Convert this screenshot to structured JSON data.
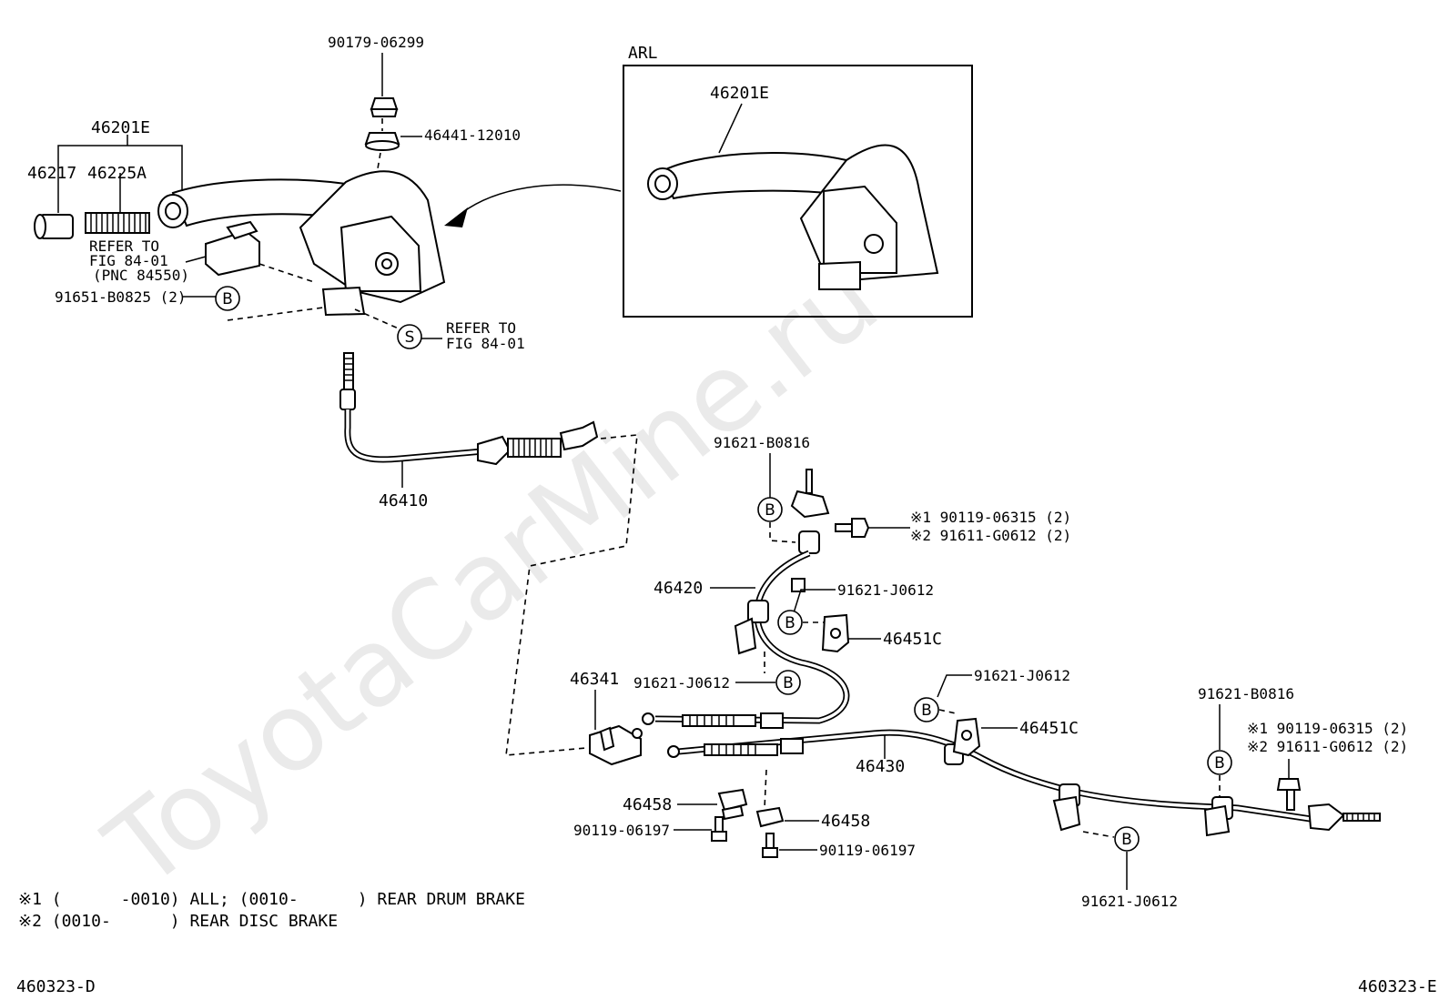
{
  "watermark": "ToyotaCarMine.ru",
  "colors": {
    "line": "#000000",
    "background": "#ffffff",
    "watermark": "#d9d9d9"
  },
  "inset": {
    "label": "ARL",
    "part_number": "46201E"
  },
  "labels": {
    "p90179": "90179-06299",
    "p46441": "46441-12010",
    "p46201e": "46201E",
    "p46217": "46217",
    "p46225a": "46225A",
    "refer1_line1": "REFER TO",
    "refer1_line2": "FIG 84-01",
    "refer1_line3": "(PNC 84550)",
    "p91651": "91651-B0825 (2)",
    "refer2_line1": "REFER TO",
    "refer2_line2": "FIG 84-01",
    "p46410": "46410",
    "p91621b0816_a": "91621-B0816",
    "p90119_06315_a": "※1 90119-06315 (2)",
    "p91611_a": "※2 91611-G0612 (2)",
    "p46420": "46420",
    "p91621j0612_a": "91621-J0612",
    "p46451c_a": "46451C",
    "p91621j0612_b": "91621-J0612",
    "p46341": "46341",
    "p91621j0612_c": "91621-J0612",
    "p46451c_b": "46451C",
    "p91621b0816_b": "91621-B0816",
    "p90119_06315_b": "※1 90119-06315 (2)",
    "p91611_b": "※2 91611-G0612 (2)",
    "p46430": "46430",
    "p46458_a": "46458",
    "p90119_06197_a": "90119-06197",
    "p46458_b": "46458",
    "p90119_06197_b": "90119-06197",
    "p91621j0612_d": "91621-J0612"
  },
  "callouts": {
    "b": "B",
    "s": "S"
  },
  "notes": [
    "※1 (      -0010) ALL; (0010-      ) REAR DRUM BRAKE",
    "※2 (0010-      ) REAR DISC BRAKE"
  ],
  "footer": {
    "left_code": "460323-D",
    "right_code": "460323-E"
  }
}
